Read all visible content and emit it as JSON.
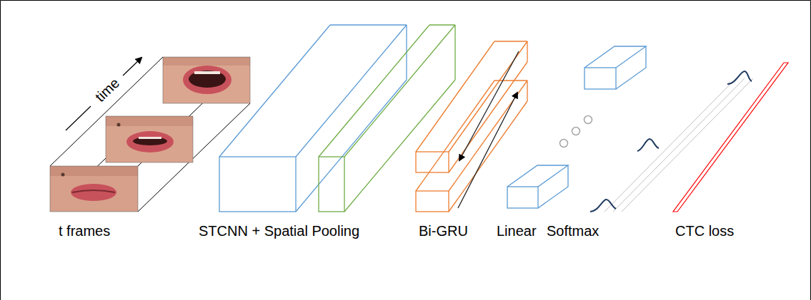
{
  "diagram": {
    "labels": [
      "time",
      "t frames",
      "STCNN + Spatial Pooling",
      "Bi-GRU",
      "Linear",
      "Softmax",
      "CTC loss"
    ]
  }
}
